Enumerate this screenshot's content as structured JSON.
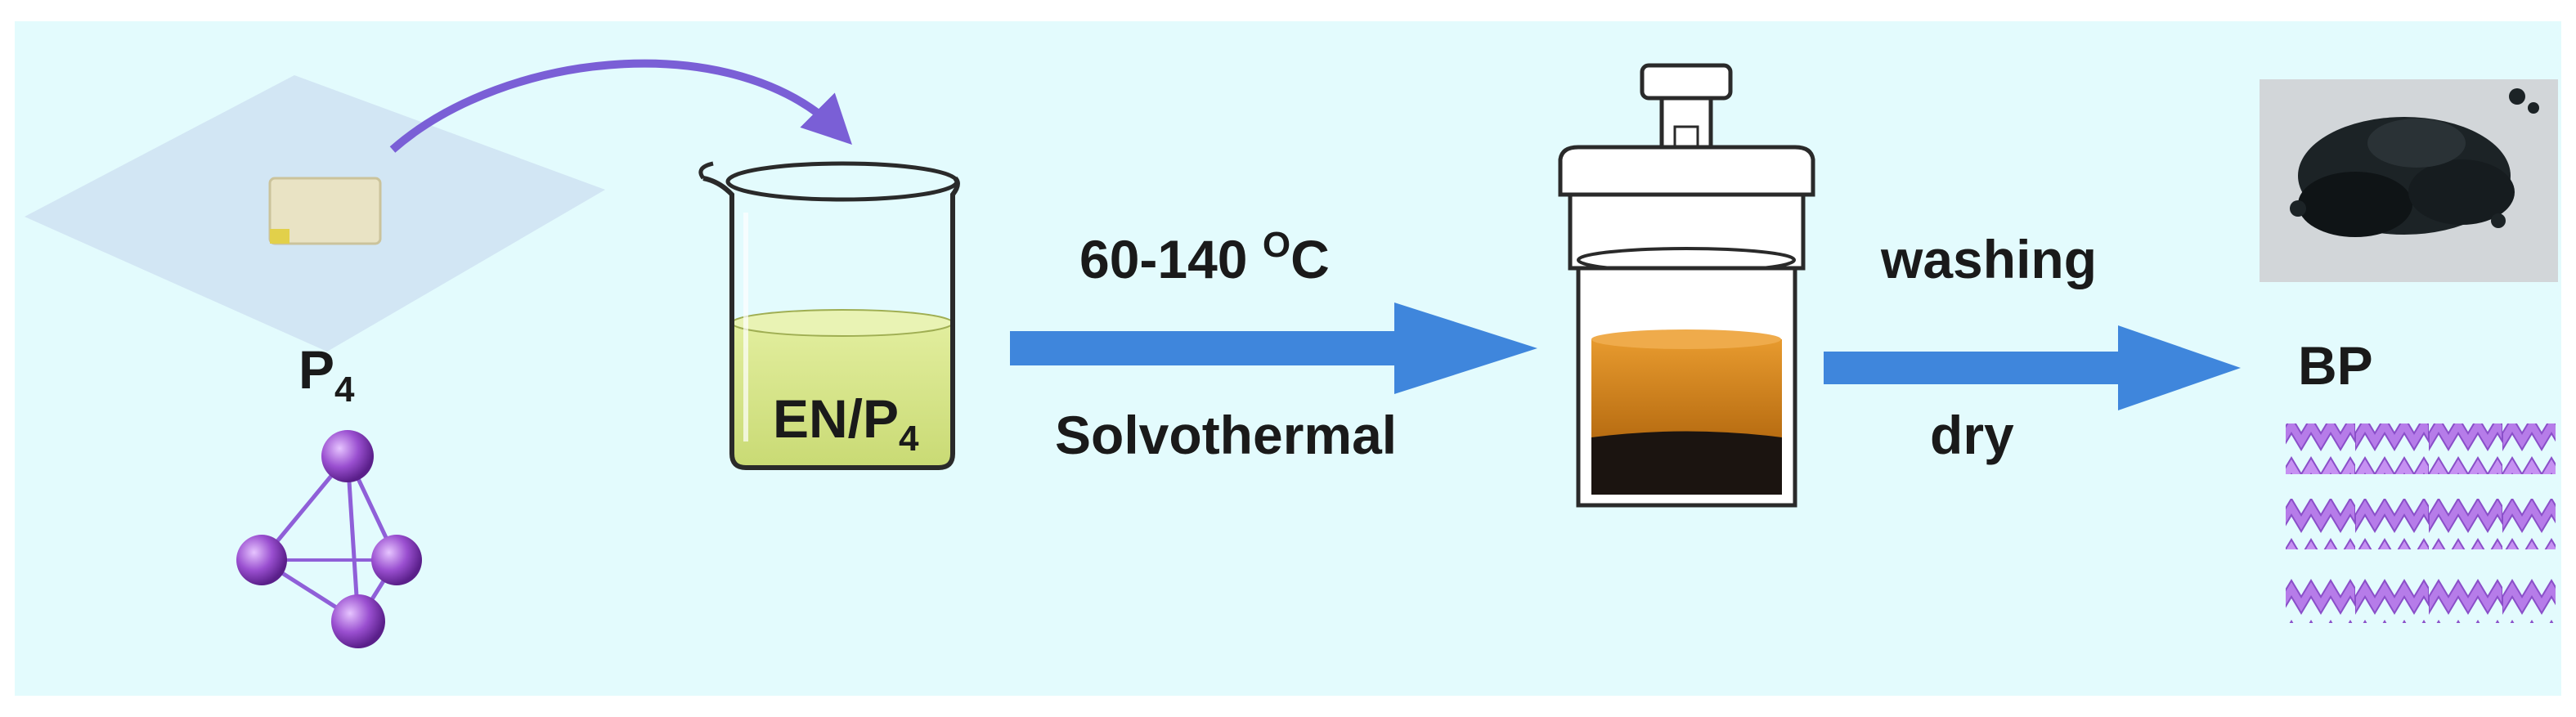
{
  "labels": {
    "p4": {
      "main": "P",
      "sub": "4"
    },
    "beaker": {
      "main": "EN/P",
      "sub": "4"
    },
    "temperature": {
      "main": "60-140 ",
      "sup": "O",
      "suffix": "C"
    },
    "solvothermal": "Solvothermal",
    "washing": "washing",
    "dry": "dry",
    "bp": "BP"
  },
  "colors": {
    "background": "#e3fbfd",
    "arrow_blue": "#3f86dc",
    "curved_arrow": "#7a5fd6",
    "atom_purple": "#9a4fd0",
    "beaker_liquid": "#d6e58e",
    "autoclave_orange": "#d98b1f",
    "autoclave_dark": "#1b1410",
    "bp_layers": "#b67ce9"
  },
  "icons": [
    "p4-sample-sheet-icon",
    "p4-tetrahedron-icon",
    "beaker-icon",
    "autoclave-icon",
    "bp-powder-photo-icon",
    "bp-layer-structure-icon"
  ]
}
